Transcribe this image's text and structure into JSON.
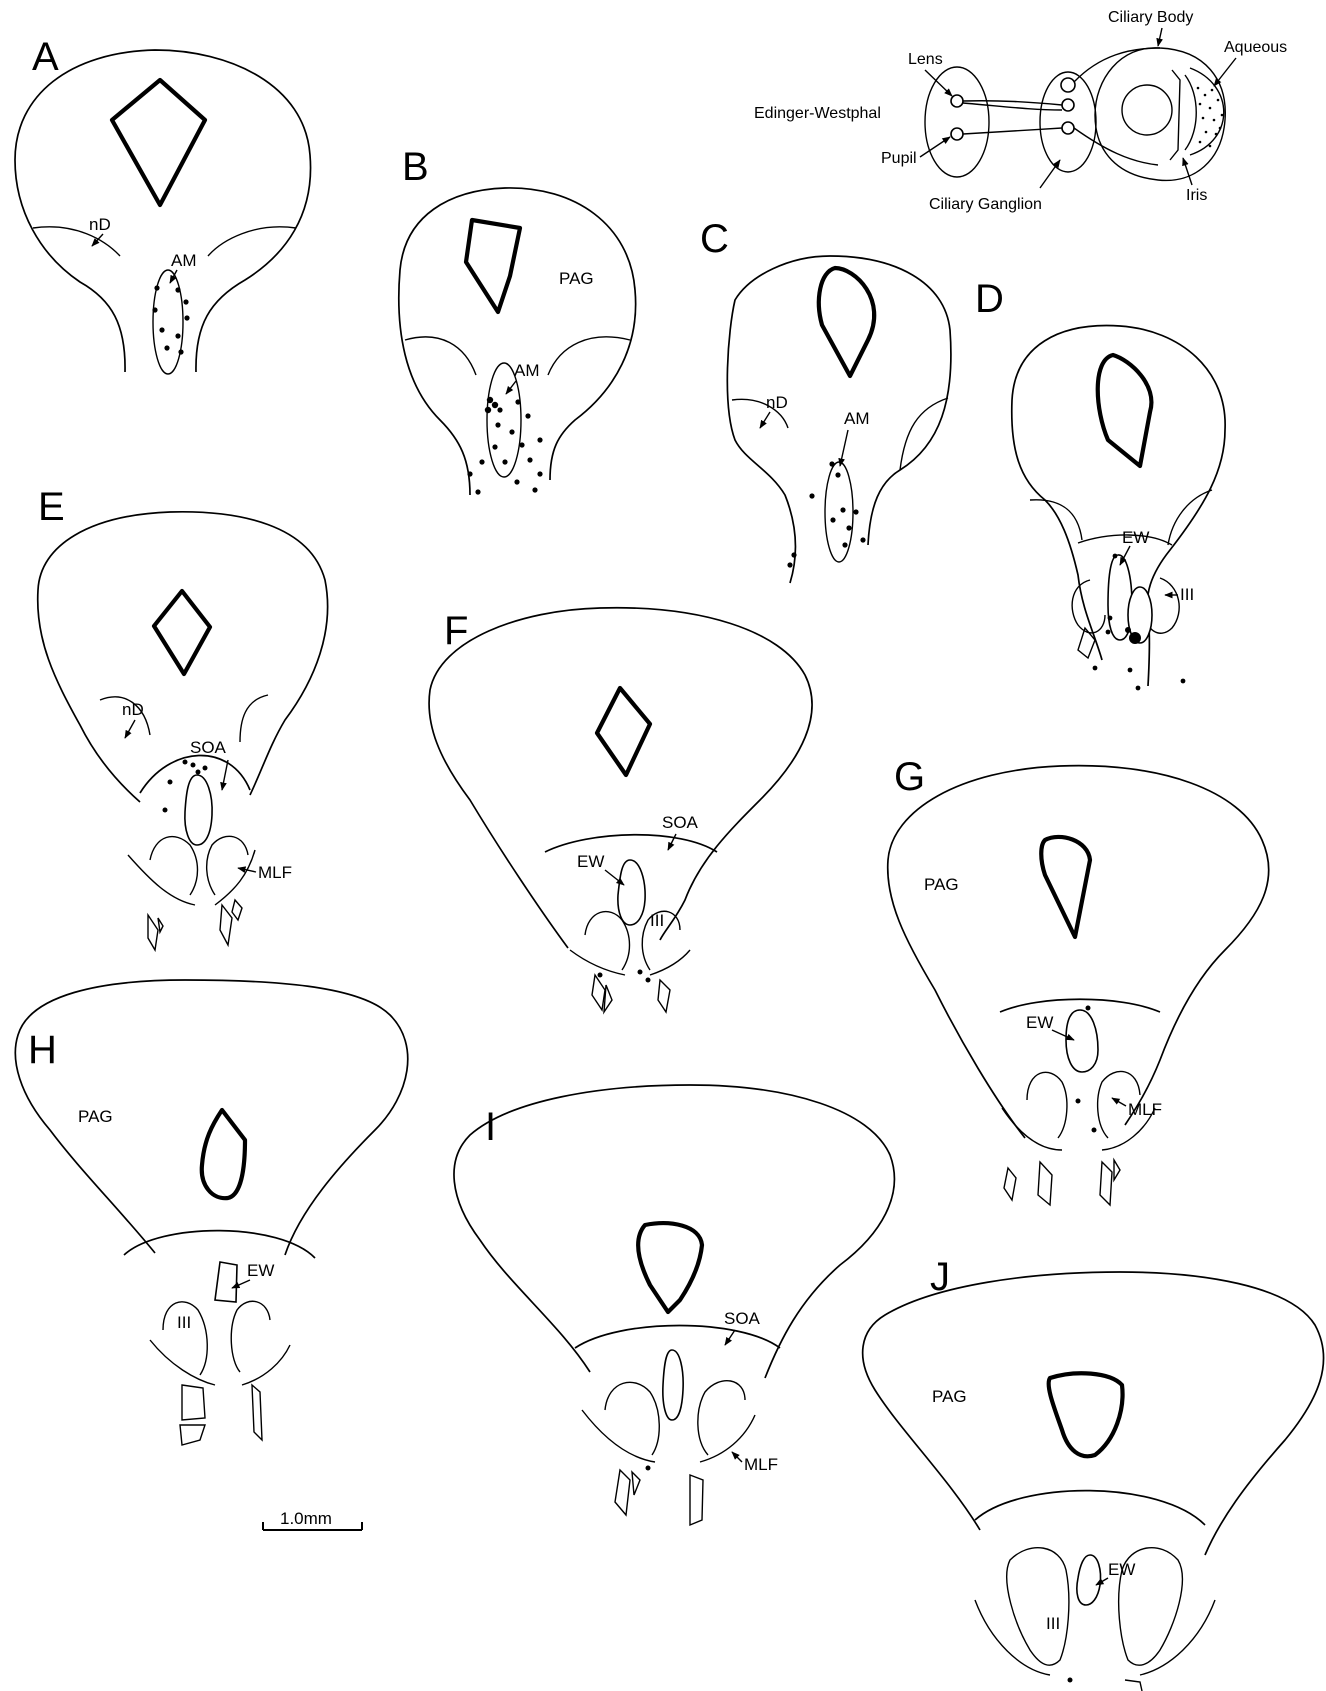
{
  "panels": [
    "A",
    "B",
    "C",
    "D",
    "E",
    "F",
    "G",
    "H",
    "I",
    "J"
  ],
  "labels": {
    "nD": "nD",
    "AM": "AM",
    "PAG": "PAG",
    "EW": "EW",
    "III": "III",
    "SOA": "SOA",
    "MLF": "MLF"
  },
  "inset": {
    "ciliary_body": "Ciliary Body",
    "lens": "Lens",
    "aqueous": "Aqueous",
    "edinger_westphal": "Edinger-Westphal",
    "pupil": "Pupil",
    "ciliary_ganglion": "Ciliary Ganglion",
    "iris": "Iris"
  },
  "scale_bar": "1.0mm"
}
